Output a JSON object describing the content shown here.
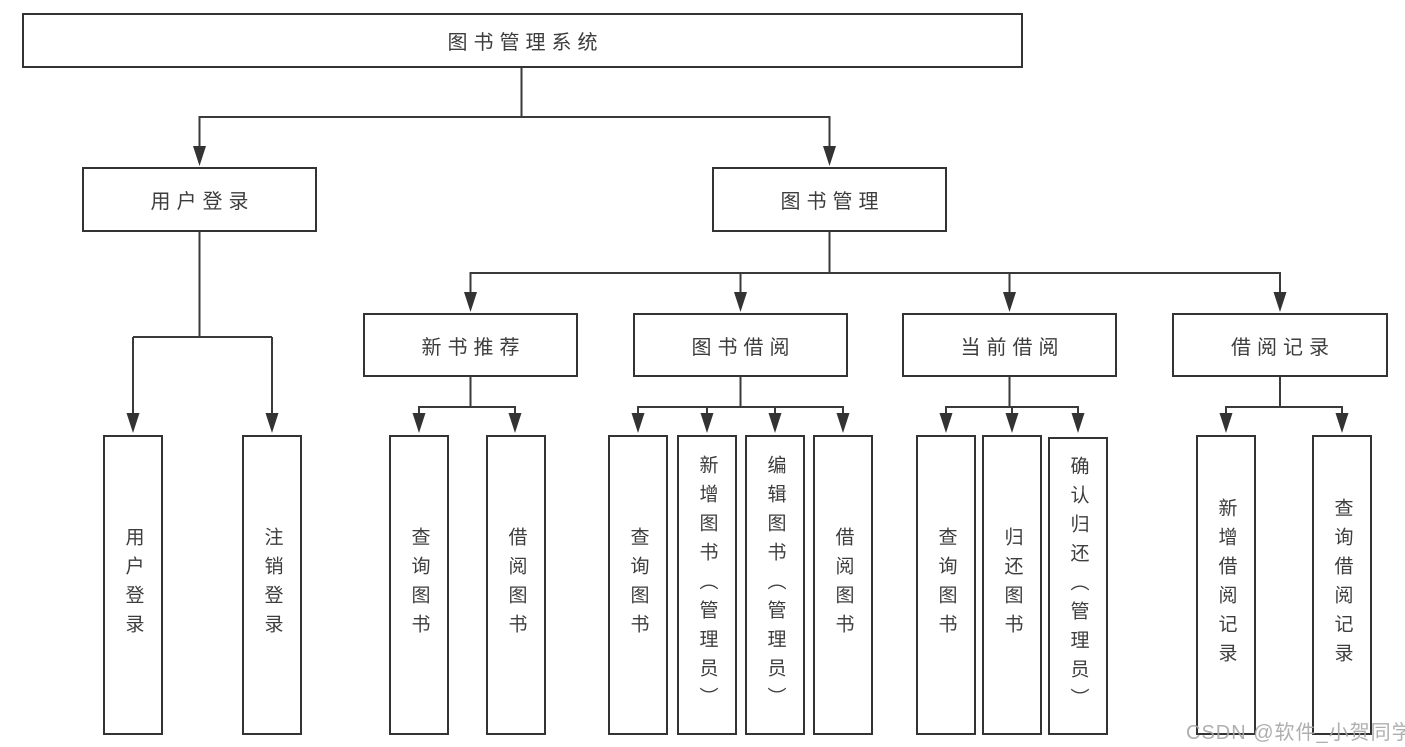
{
  "diagram": {
    "title": "图书管理系统",
    "tree": {
      "root": {
        "label": "图书管理系统"
      },
      "user_login": {
        "label": "用户登录",
        "children": {
          "login": {
            "label": "用户登录"
          },
          "logout": {
            "label": "注销登录"
          }
        }
      },
      "book_mgmt": {
        "label": "图书管理",
        "children": {
          "new_book_rec": {
            "label": "新书推荐",
            "children": {
              "query_books": {
                "label": "查询图书"
              },
              "borrow_books": {
                "label": "借阅图书"
              }
            }
          },
          "book_borrow": {
            "label": "图书借阅",
            "children": {
              "query_books": {
                "label": "查询图书"
              },
              "add_books_admin": {
                "label": "新增图书（管理员）"
              },
              "edit_books_admin": {
                "label": "编辑图书（管理员）"
              },
              "borrow_books": {
                "label": "借阅图书"
              }
            }
          },
          "current_borrow": {
            "label": "当前借阅",
            "children": {
              "query_books": {
                "label": "查询图书"
              },
              "return_books": {
                "label": "归还图书"
              },
              "confirm_return_admin": {
                "label": "确认归还（管理员）"
              }
            }
          },
          "borrow_records": {
            "label": "借阅记录",
            "children": {
              "add_borrow_record": {
                "label": "新增借阅记录"
              },
              "query_borrow_record": {
                "label": "查询借阅记录"
              }
            }
          }
        }
      }
    }
  },
  "watermark": {
    "text": "CSDN @软件_小贺同学"
  },
  "colors": {
    "background": "#ffffff",
    "box_border": "#333333",
    "connector_line": "#3a3a3a",
    "arrowhead": "#333333",
    "text": "#3d3d3d",
    "watermark_text": "#a6a6a6"
  }
}
